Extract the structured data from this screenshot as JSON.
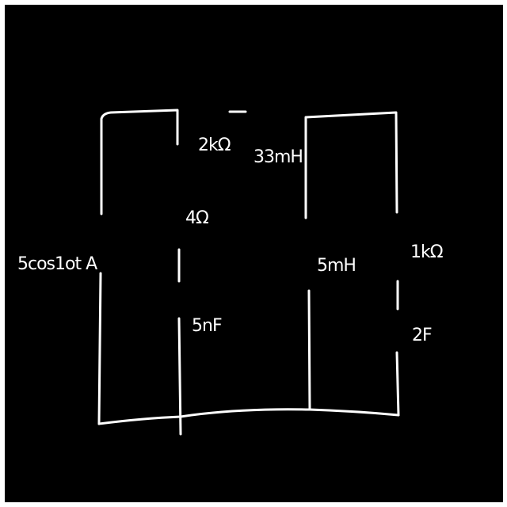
{
  "colors": {
    "board": "#000000",
    "ink": "#ffffff",
    "frame": "#ffffff"
  },
  "labels": {
    "source": "5cos1ot A",
    "resistor_top": "2kΩ",
    "inductor_top": "33mH",
    "resistor_mid": "4Ω",
    "capacitor_mid": "5nF",
    "inductor_right": "5mH",
    "resistor_far": "1kΩ",
    "capacitor_far": "2F"
  }
}
